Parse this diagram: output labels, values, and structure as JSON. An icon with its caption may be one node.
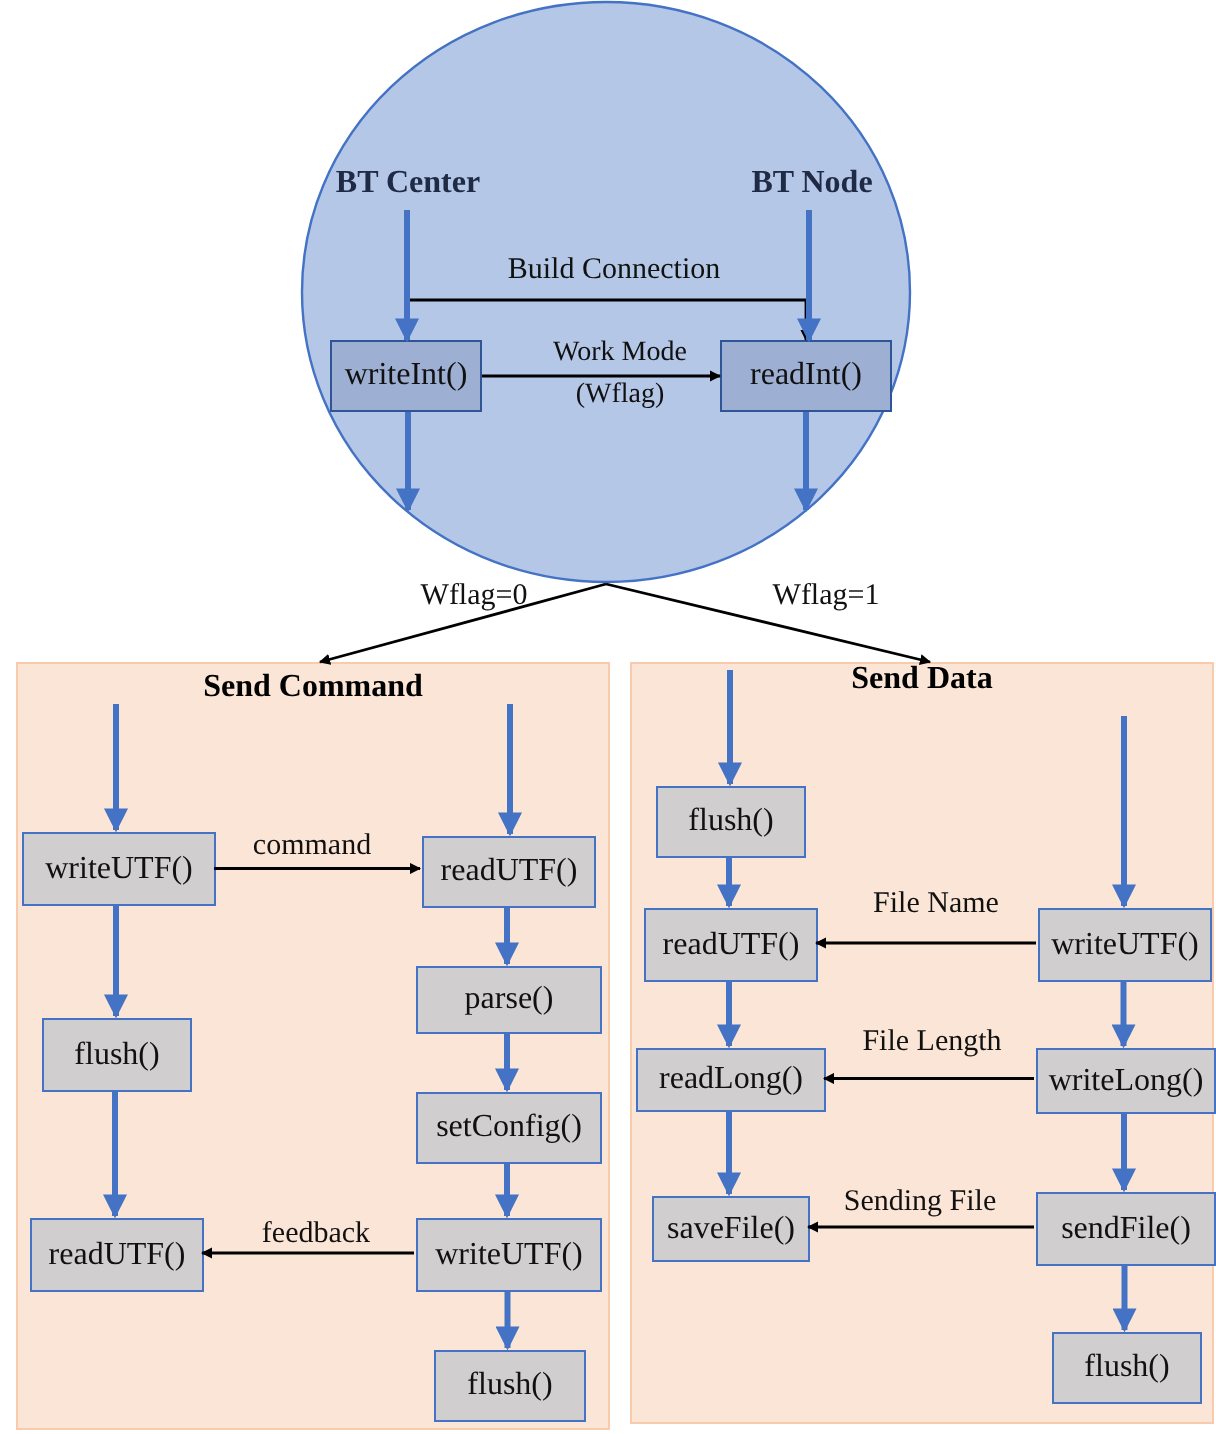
{
  "diagram": {
    "nodes": [
      {
        "text": [],
        "shape": "circle"
      },
      {
        "text": [
          "BT Center"
        ],
        "in": 0
      },
      {
        "text": [
          "BT Node"
        ],
        "in": 0
      },
      {
        "text": [
          "writeInt()"
        ],
        "in": 0
      },
      {
        "text": [
          "readInt()"
        ],
        "in": 0
      },
      {
        "text": [
          "Send Command"
        ]
      },
      {
        "text": [
          "Send Data"
        ]
      },
      {
        "text": [
          "writeUTF()"
        ],
        "in": 5
      },
      {
        "text": [
          "readUTF()"
        ],
        "in": 5
      },
      {
        "text": [
          "flush()"
        ],
        "in": 5
      },
      {
        "text": [
          "parse()"
        ],
        "in": 5
      },
      {
        "text": [
          "setConfig()"
        ],
        "in": 5
      },
      {
        "text": [
          "readUTF()"
        ],
        "in": 5
      },
      {
        "text": [
          "writeUTF()"
        ],
        "in": 5
      },
      {
        "text": [
          "flush()"
        ],
        "in": 5
      },
      {
        "text": [
          "flush()"
        ],
        "in": 6
      },
      {
        "text": [
          "readUTF()"
        ],
        "in": 6
      },
      {
        "text": [
          "writeUTF()"
        ],
        "in": 6
      },
      {
        "text": [
          "readLong()"
        ],
        "in": 6
      },
      {
        "text": [
          "writeLong()"
        ],
        "in": 6
      },
      {
        "text": [
          "saveFile()"
        ],
        "in": 6
      },
      {
        "text": [
          "sendFile()"
        ],
        "in": 6
      },
      {
        "text": [
          "flush()"
        ],
        "in": 6
      }
    ],
    "edges": [
      {
        "from": 1,
        "to": 3,
        "arrow": "to"
      },
      {
        "from": 2,
        "to": 4,
        "arrow": "to"
      },
      {
        "from": 3,
        "to": null,
        "arrow": "to"
      },
      {
        "from": 4,
        "to": null,
        "arrow": "to"
      },
      {
        "from": 1,
        "to": 4,
        "arrow": "to",
        "label": "Build Connection",
        "color": "#000000"
      },
      {
        "from": 3,
        "to": 4,
        "arrow": "to",
        "label": "Work Mode (Wflag)",
        "color": "#000000"
      },
      {
        "from": 0,
        "to": 5,
        "arrow": "to",
        "label": "Wflag=0",
        "color": "#000000"
      },
      {
        "from": 0,
        "to": 6,
        "arrow": "to",
        "label": "Wflag=1",
        "color": "#000000"
      },
      {
        "from": null,
        "to": 7,
        "arrow": "to"
      },
      {
        "from": null,
        "to": 8,
        "arrow": "to"
      },
      {
        "from": 7,
        "to": 9,
        "arrow": "to"
      },
      {
        "from": 9,
        "to": 12,
        "arrow": "to"
      },
      {
        "from": 7,
        "to": 8,
        "arrow": "to",
        "label": "command",
        "color": "#000000"
      },
      {
        "from": 8,
        "to": 10,
        "arrow": "to"
      },
      {
        "from": 10,
        "to": 11,
        "arrow": "to"
      },
      {
        "from": 11,
        "to": 13,
        "arrow": "to"
      },
      {
        "from": 13,
        "to": 14,
        "arrow": "to"
      },
      {
        "from": 13,
        "to": 12,
        "arrow": "to",
        "label": "feedback",
        "color": "#000000"
      },
      {
        "from": null,
        "to": 15,
        "arrow": "to"
      },
      {
        "from": 15,
        "to": 16,
        "arrow": "to"
      },
      {
        "from": 16,
        "to": 18,
        "arrow": "to"
      },
      {
        "from": 18,
        "to": 20,
        "arrow": "to"
      },
      {
        "from": null,
        "to": 17,
        "arrow": "to"
      },
      {
        "from": 17,
        "to": 19,
        "arrow": "to"
      },
      {
        "from": 19,
        "to": 21,
        "arrow": "to"
      },
      {
        "from": 21,
        "to": 22,
        "arrow": "to"
      },
      {
        "from": 17,
        "to": 16,
        "arrow": "to",
        "label": "File Name",
        "color": "#000000"
      },
      {
        "from": 19,
        "to": 18,
        "arrow": "to",
        "label": "File Length",
        "color": "#000000"
      },
      {
        "from": 21,
        "to": 20,
        "arrow": "to",
        "label": "Sending File",
        "color": "#000000"
      }
    ]
  }
}
